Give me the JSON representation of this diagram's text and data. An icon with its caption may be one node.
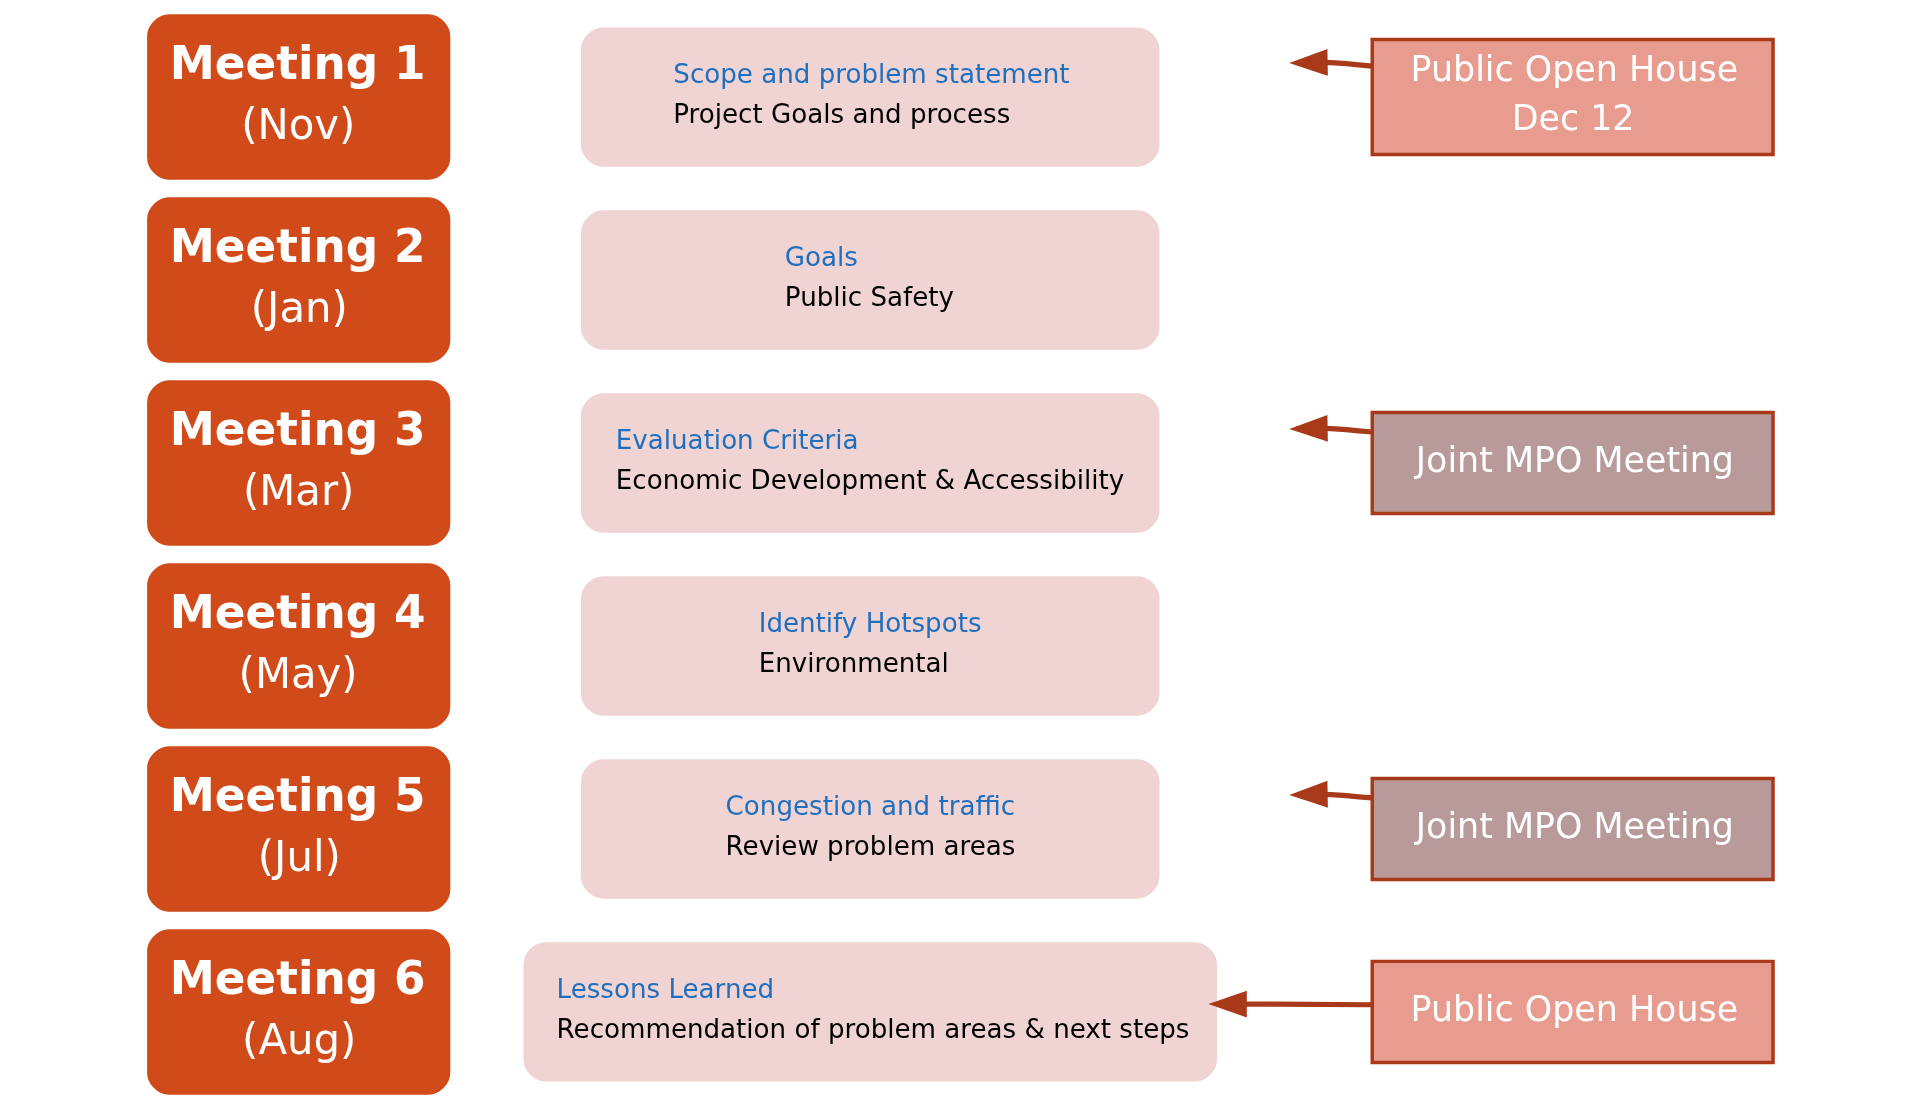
{
  "diagram": {
    "nodes": [
      {
        "text": [
          "Meeting 1",
          "(Nov)"
        ]
      },
      {
        "text": [
          "Scope and problem statement",
          "Project Goals and process"
        ]
      },
      {
        "text": [
          "Meeting 2",
          "(Jan)"
        ]
      },
      {
        "text": [
          "Goals",
          "Public Safety"
        ]
      },
      {
        "text": [
          "Meeting 3",
          "(Mar)"
        ]
      },
      {
        "text": [
          "Evaluation Criteria",
          "Economic Development & Accessibility"
        ]
      },
      {
        "text": [
          "Meeting 4",
          "(May)"
        ]
      },
      {
        "text": [
          "Identify Hotspots",
          "Environmental"
        ]
      },
      {
        "text": [
          "Meeting 5",
          "(Jul)"
        ]
      },
      {
        "text": [
          "Congestion and traffic",
          "Review problem areas"
        ]
      },
      {
        "text": [
          "Meeting 6",
          "(Aug)"
        ]
      },
      {
        "text": [
          "Lessons Learned",
          "Recommendation of problem areas & next steps"
        ]
      },
      {
        "text": [
          "Public Open House",
          "Dec 12"
        ]
      },
      {
        "text": [
          "Joint MPO Meeting"
        ]
      },
      {
        "text": [
          "Joint MPO Meeting"
        ]
      },
      {
        "text": [
          "Public Open House"
        ]
      }
    ],
    "edges": [
      {
        "from": 12,
        "to": null,
        "arrow": "to"
      },
      {
        "from": 13,
        "to": null,
        "arrow": "to"
      },
      {
        "from": 14,
        "to": null,
        "arrow": "to"
      },
      {
        "from": 15,
        "to": 11,
        "arrow": "to"
      }
    ]
  }
}
